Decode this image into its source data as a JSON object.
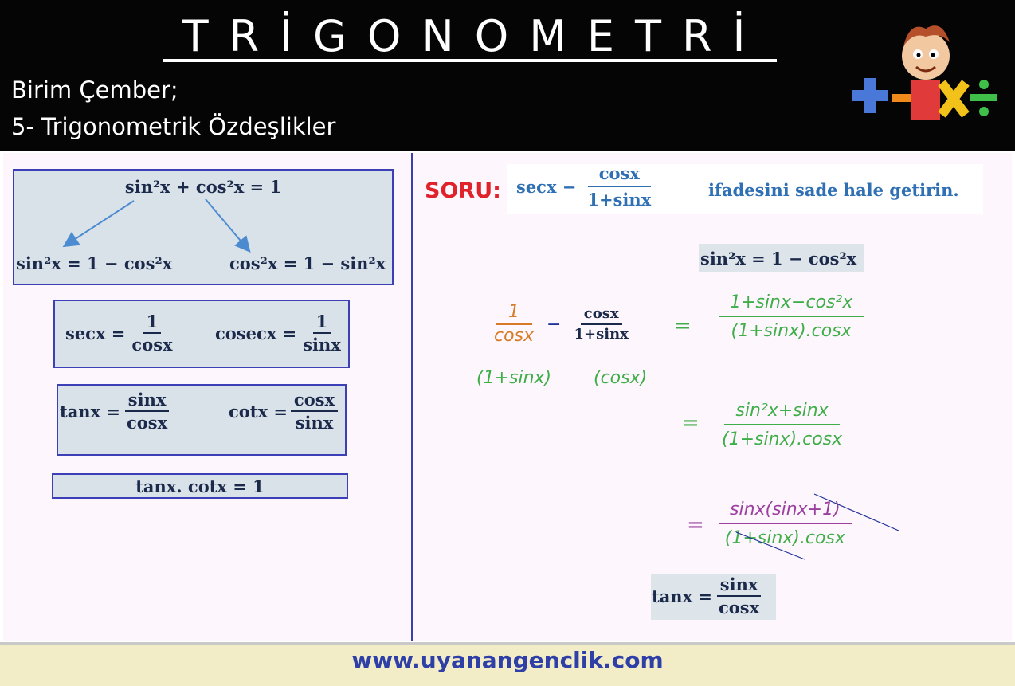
{
  "header": {
    "title": "TRİGONOMETRİ",
    "subtitle1": "Birim Çember;",
    "subtitle2": "5- Trigonometrik Özdeşlikler"
  },
  "left": {
    "pyth_top": "sin²x + cos²x = 1",
    "pyth_left": "sin²x = 1 − cos²x",
    "pyth_right": "cos²x = 1 − sin²x",
    "sec_lhs": "secx =",
    "sec_num": "1",
    "sec_den": "cosx",
    "cosec_lhs": "cosecx =",
    "cosec_num": "1",
    "cosec_den": "sinx",
    "tan_lhs": "tanx =",
    "tan_num": "sinx",
    "tan_den": "cosx",
    "cot_lhs": "cotx =",
    "cot_num": "cosx",
    "cot_den": "sinx",
    "tancot": "tanx. cotx = 1"
  },
  "question": {
    "label": "SORU:",
    "expr_lhs": "secx −",
    "expr_num": "cosx",
    "expr_den": "1+sinx",
    "text": "ifadesini sade hale getirin."
  },
  "solution": {
    "hint": "sin²x = 1 − cos²x",
    "step1_a_num": "1",
    "step1_a_den": "cosx",
    "step1_b_num": "cosx",
    "step1_b_den": "1+sinx",
    "mult_a": "(1+sinx)",
    "mult_b": "(cosx)",
    "step1_rhs_num": "1+sinx−cos²x",
    "step1_rhs_den": "(1+sinx).cosx",
    "step2_num": "sin²x+sinx",
    "step2_den": "(1+sinx).cosx",
    "step3_num": "sinx(sinx+1)",
    "step3_den": "(1+sinx).cosx",
    "result_lhs": "tanx =",
    "result_num": "sinx",
    "result_den": "cosx"
  },
  "footer": {
    "url": "www.uyanangenclik.com"
  },
  "colors": {
    "green_ink": "#3fae49",
    "orange_ink": "#d77a25",
    "purple_ink": "#9b3fa0",
    "blue_ink": "#1e2f9a",
    "soru_red": "#e0232b",
    "navy": "#1b2a4a"
  }
}
